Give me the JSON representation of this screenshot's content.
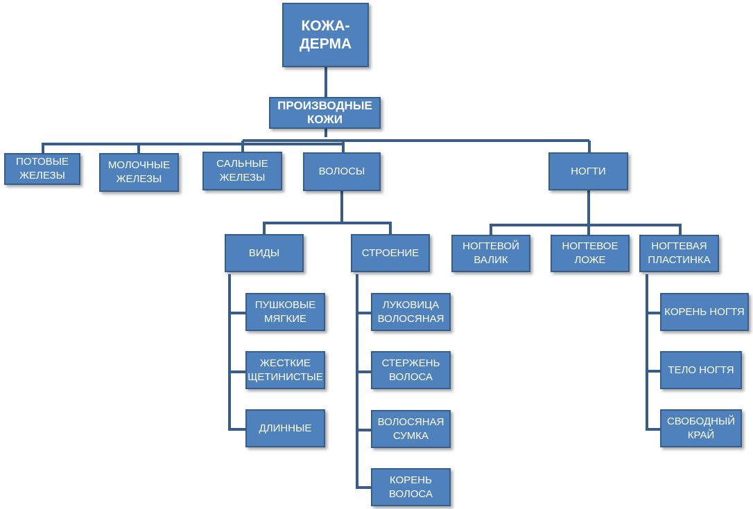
{
  "colors": {
    "node_fill": "#4f81bd",
    "node_border": "#385d8a",
    "connector": "#385d8a",
    "text": "#ffffff"
  },
  "nodes": {
    "root": "КОЖА-\nДЕРМА",
    "derivatives": "ПРОИЗВОДНЫЕ\nКОЖИ",
    "sweat_glands": "ПОТОВЫЕ\nЖЕЛЕЗЫ",
    "mammary_glands": "МОЛОЧНЫЕ\nЖЕЛЕЗЫ",
    "sebaceous_glands": "САЛЬНЫЕ\nЖЕЛЕЗЫ",
    "hair": "ВОЛОСЫ",
    "nails": "НОГТИ",
    "hair_types": "ВИДЫ",
    "hair_structure": "СТРОЕНИЕ",
    "vellus_soft": "ПУШКОВЫЕ\nМЯГКИЕ",
    "hard_bristly": "ЖЕСТКИЕ\nЩЕТИНИСТЫЕ",
    "long": "ДЛИННЫЕ",
    "hair_bulb": "ЛУКОВИЦА\nВОЛОСЯНАЯ",
    "hair_shaft": "СТЕРЖЕНЬ\nВОЛОСА",
    "hair_follicle": "ВОЛОСЯНАЯ\nСУМКА",
    "hair_root": "КОРЕНЬ\nВОЛОСА",
    "nail_fold": "НОГТЕВОЙ\nВАЛИК",
    "nail_bed": "НОГТЕВОЕ\nЛОЖЕ",
    "nail_plate": "НОГТЕВАЯ\nПЛАСТИНКА",
    "nail_root": "КОРЕНЬ НОГТЯ",
    "nail_body": "ТЕЛО НОГТЯ",
    "free_edge": "СВОБОДНЫЙ\nКРАЙ"
  }
}
